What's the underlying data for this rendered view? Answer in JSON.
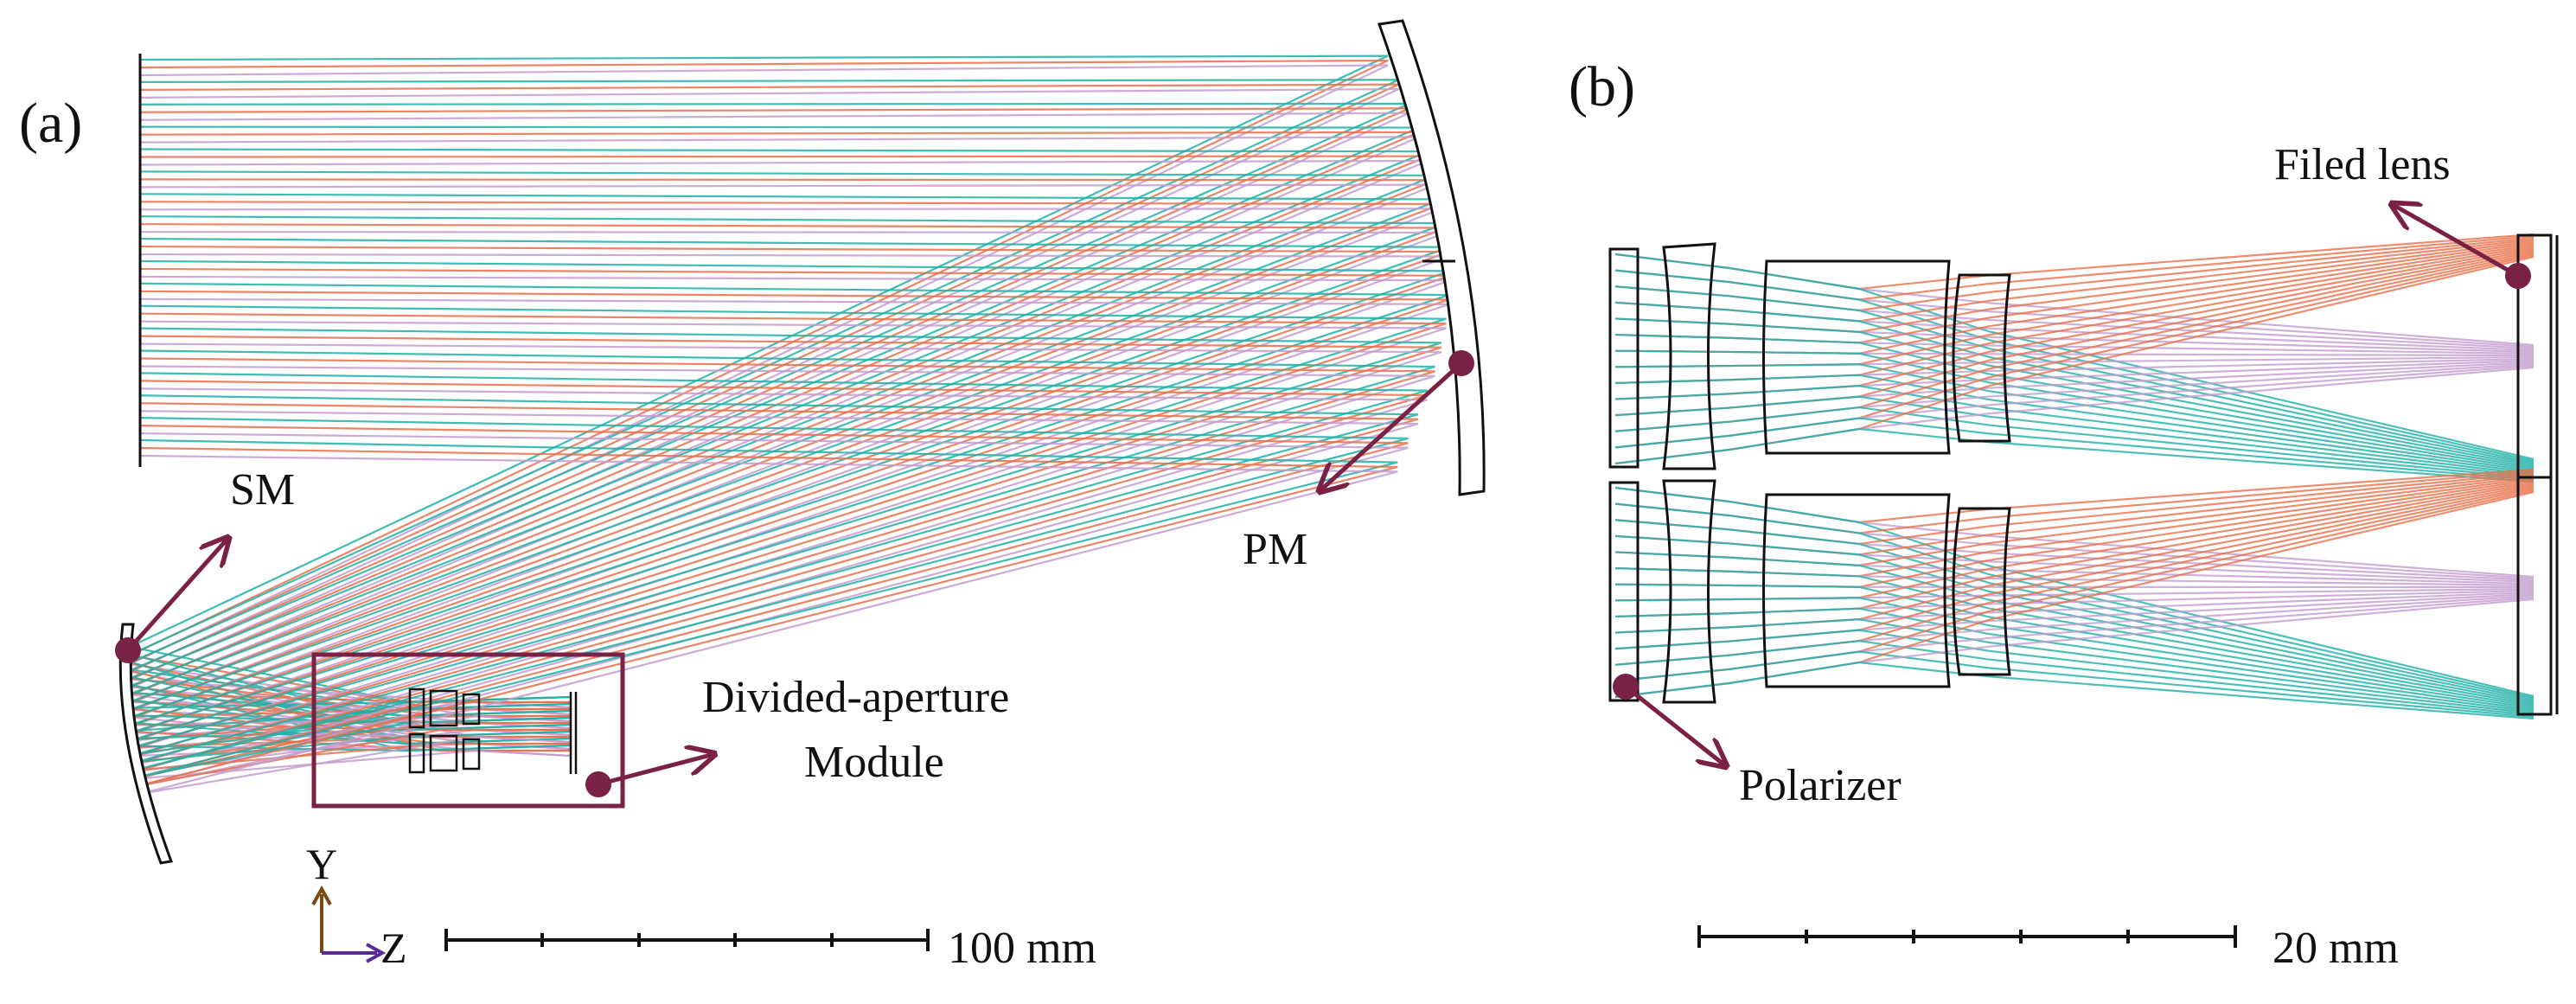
{
  "panel_a": {
    "tag": "(a)",
    "labels": {
      "sm": "SM",
      "pm": "PM",
      "module_line1": "Divided-aperture",
      "module_line2": "Module"
    },
    "axes": {
      "y": "Y",
      "z": "Z"
    },
    "scale": {
      "text": "100 mm"
    }
  },
  "panel_b": {
    "tag": "(b)",
    "labels": {
      "field_lens": "Filed lens",
      "polarizer": "Polarizer"
    },
    "scale": {
      "text": "20 mm"
    }
  },
  "colors": {
    "ray_cyan": "#1fb0a6",
    "ray_orange": "#e8704a",
    "ray_violet": "#c39ccf",
    "pointer": "#7a2146",
    "outline": "#111111",
    "axis_y": "#7a4a10",
    "axis_z": "#5a2a9a"
  }
}
